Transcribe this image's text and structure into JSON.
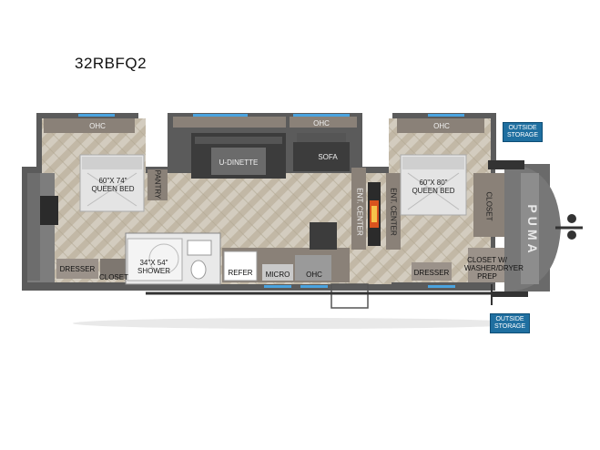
{
  "model_name": "32RBFQ2",
  "brand_logo": "PUMA",
  "labels": {
    "ohc_left": "OHC",
    "ohc_middle": "OHC",
    "ohc_right": "OHC",
    "ohc_kitchen": "OHC",
    "u_dinette": "U-DINETTE",
    "sofa": "SOFA",
    "pantry": "PANTRY",
    "queen_bed_left": "60\"X 74\"\nQUEEN BED",
    "queen_bed_right": "60\"X 80\"\nQUEEN BED",
    "dresser_left": "DRESSER",
    "closet_left": "CLOSET",
    "shower": "34\"X 54\"\nSHOWER",
    "refer": "REFER",
    "micro": "MICRO",
    "entertainment_left": "ENT. CENTER",
    "entertainment_right": "ENT. CENTER",
    "dresser_right": "DRESSER",
    "closet_right": "CLOSET",
    "closet_washer": "CLOSET W/\nWASHER/DRYER\nPREP",
    "outside_storage_top": "OUTSIDE\nSTORAGE",
    "outside_storage_bottom": "OUTSIDE\nSTORAGE"
  },
  "colors": {
    "outer_wall": "#5b5b5b",
    "floor": "#cfc7b8",
    "floor_pattern": "#b8ae9c",
    "cabinet": "#8a8178",
    "dark_furniture": "#3c3c3c",
    "slide_blue": "#4aa3df",
    "storage_blue": "#1f6fa0",
    "bedding": "#e4e4e4"
  }
}
